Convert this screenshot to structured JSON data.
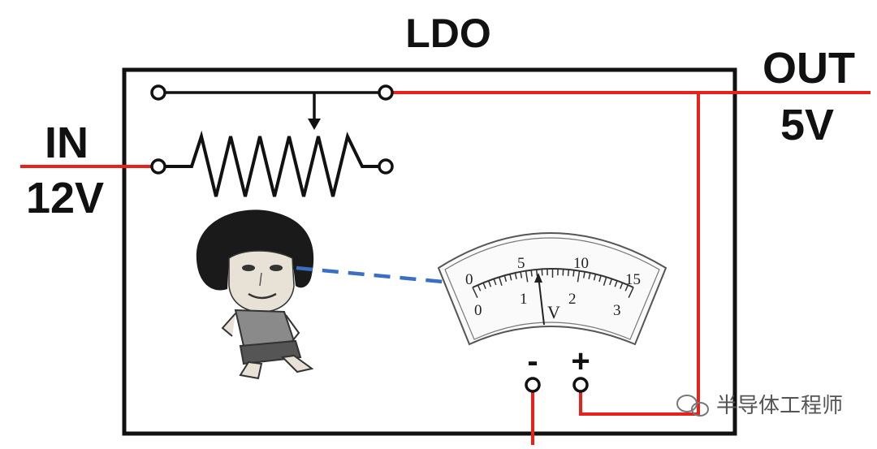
{
  "diagram": {
    "title": "LDO",
    "input": {
      "label": "IN",
      "voltage": "12V"
    },
    "output": {
      "label": "OUT",
      "voltage": "5V"
    },
    "meter": {
      "upper_scale": [
        "0",
        "5",
        "10",
        "15"
      ],
      "lower_scale": [
        "0",
        "1",
        "2",
        "3"
      ],
      "unit": "V",
      "terminal_negative": "-",
      "terminal_positive": "+"
    },
    "watermark": "半导体工程师",
    "colors": {
      "wire": "#e8221b",
      "frame": "#111111",
      "sight_line": "#3a6fc4"
    }
  }
}
